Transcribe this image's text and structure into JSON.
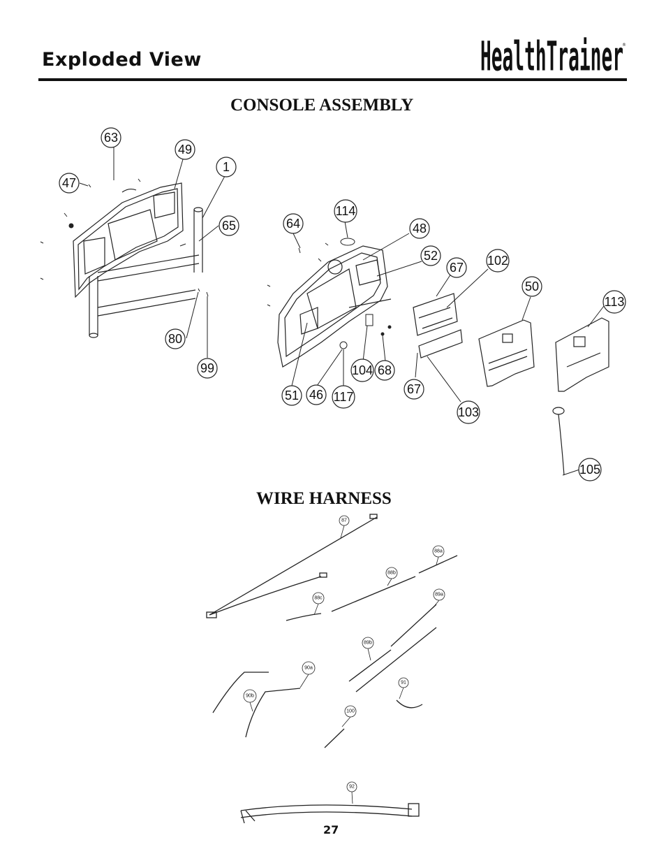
{
  "header": {
    "title": "Exploded View",
    "logo_text": "HealthTrainer"
  },
  "sections": {
    "console_heading": "CONSOLE ASSEMBLY",
    "harness_heading": "WIRE HARNESS"
  },
  "console_callouts": [
    "63",
    "49",
    "1",
    "47",
    "65",
    "80",
    "99",
    "114",
    "64",
    "48",
    "52",
    "67",
    "102",
    "50",
    "113",
    "104",
    "68",
    "51",
    "46",
    "117",
    "67",
    "103",
    "105"
  ],
  "harness_callouts": [
    "87",
    "88a",
    "88b",
    "88c",
    "89a",
    "89b",
    "90a",
    "90b",
    "91",
    "100",
    "92"
  ],
  "page_number": "27"
}
